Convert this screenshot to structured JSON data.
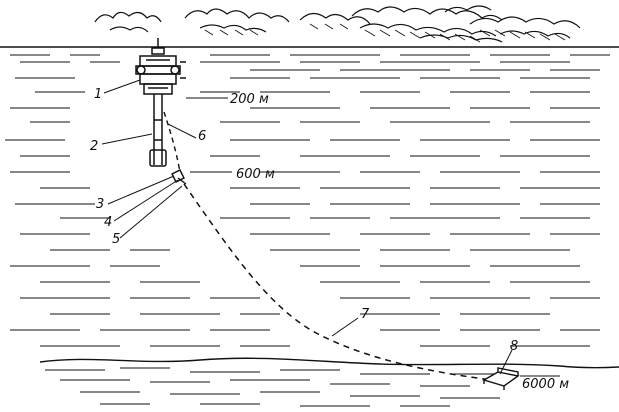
{
  "diagram": {
    "callouts": [
      "1",
      "2",
      "3",
      "4",
      "5",
      "6",
      "7",
      "8"
    ],
    "depths": {
      "d1": "200 м",
      "d2": "600 м",
      "d3": "6000 м"
    }
  },
  "colors": {
    "ink": "#111111",
    "background": "#ffffff"
  }
}
